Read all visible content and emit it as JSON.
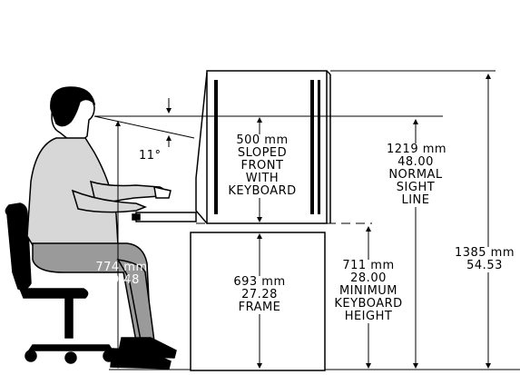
{
  "console": {
    "sloped_front": [
      "500 mm",
      "SLOPED",
      "FRONT",
      "WITH",
      "KEYBOARD"
    ],
    "frame": [
      "693 mm",
      "27.28",
      "FRAME"
    ]
  },
  "dimensions": {
    "sight_line": [
      "1219 mm",
      "48.00",
      "NORMAL",
      "SIGHT",
      "LINE"
    ],
    "keyboard_height": [
      "711 mm",
      "28.00",
      "MINIMUM",
      "KEYBOARD",
      "HEIGHT"
    ],
    "overall_height": [
      "1385 mm",
      "54.53"
    ],
    "seat_height": [
      "774 mm",
      "30.48"
    ]
  },
  "angle_label": "11°"
}
